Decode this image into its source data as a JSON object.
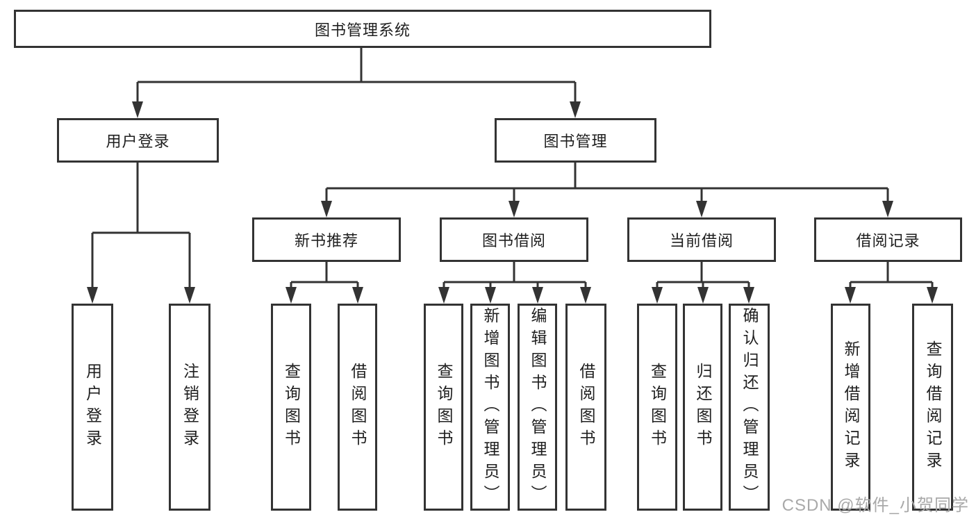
{
  "diagram_title": "图书管理系统",
  "nodes": {
    "root": "图书管理系统",
    "user_login": "用户登录",
    "book_mgmt": "图书管理",
    "new_books": "新书推荐",
    "book_borrow": "图书借阅",
    "current_borrow": "当前借阅",
    "borrow_records": "借阅记录",
    "leaf_user_login": "用户登录",
    "leaf_logout": "注销登录",
    "leaf_nb_query": "查询图书",
    "leaf_nb_borrow": "借阅图书",
    "leaf_bb_query": "查询图书",
    "leaf_bb_add": "新增图书（管理员）",
    "leaf_bb_edit": "编辑图书（管理员）",
    "leaf_bb_borrow": "借阅图书",
    "leaf_cb_query": "查询图书",
    "leaf_cb_return": "归还图书",
    "leaf_cb_confirm": "确认归还（管理员）",
    "leaf_rec_add": "新增借阅记录",
    "leaf_rec_query": "查询借阅记录"
  },
  "watermark": "CSDN @软件_小贺同学",
  "colors": {
    "line": "#333333",
    "box_border": "#333333",
    "box_fill": "#ffffff",
    "text": "#1f1f1f",
    "watermark": "#a9a9a9",
    "background": "#ffffff"
  }
}
